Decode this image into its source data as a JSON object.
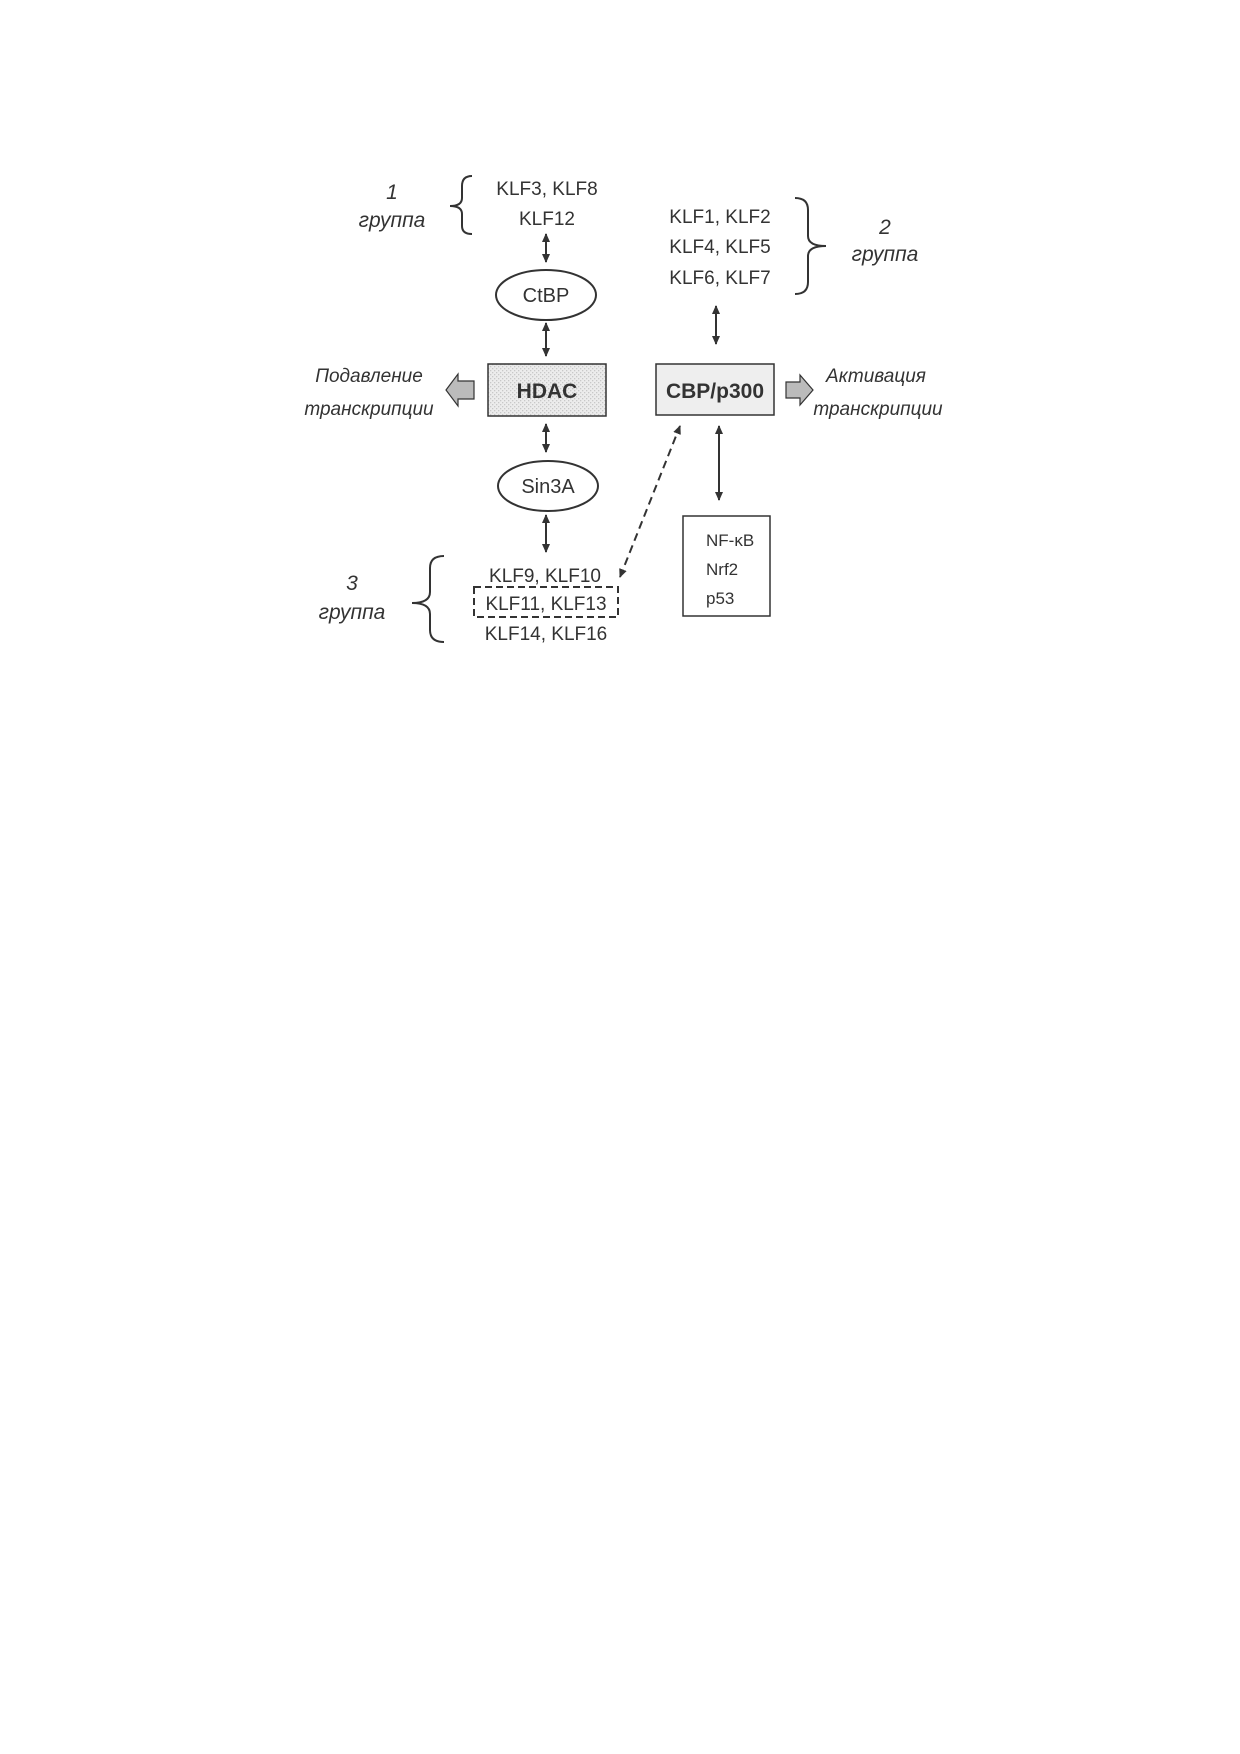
{
  "groups": {
    "g1": {
      "number": "1",
      "word": "группа",
      "klf_lines": [
        "KLF3, KLF8",
        "KLF12"
      ]
    },
    "g2": {
      "number": "2",
      "word": "группа",
      "klf_lines": [
        "KLF1, KLF2",
        "KLF4, KLF5",
        "KLF6, KLF7"
      ]
    },
    "g3": {
      "number": "3",
      "word": "группа",
      "klf_lines": [
        "KLF9, KLF10",
        "KLF11, KLF13",
        "KLF14, KLF16"
      ]
    }
  },
  "nodes": {
    "ctbp": "CtBP",
    "hdac": "HDAC",
    "sin3a": "Sin3A",
    "cbp": "CBP/p300",
    "factors": [
      "NF-κB",
      "Nrf2",
      "p53"
    ]
  },
  "effects": {
    "repression": [
      "Подавление",
      "транскрипции"
    ],
    "activation": [
      "Активация",
      "транскрипции"
    ]
  },
  "colors": {
    "ink": "#333333",
    "box_fill": "#eeeeee",
    "hdac_fill": "#e4e4e4",
    "arrow_fill": "#bbbbbb"
  }
}
